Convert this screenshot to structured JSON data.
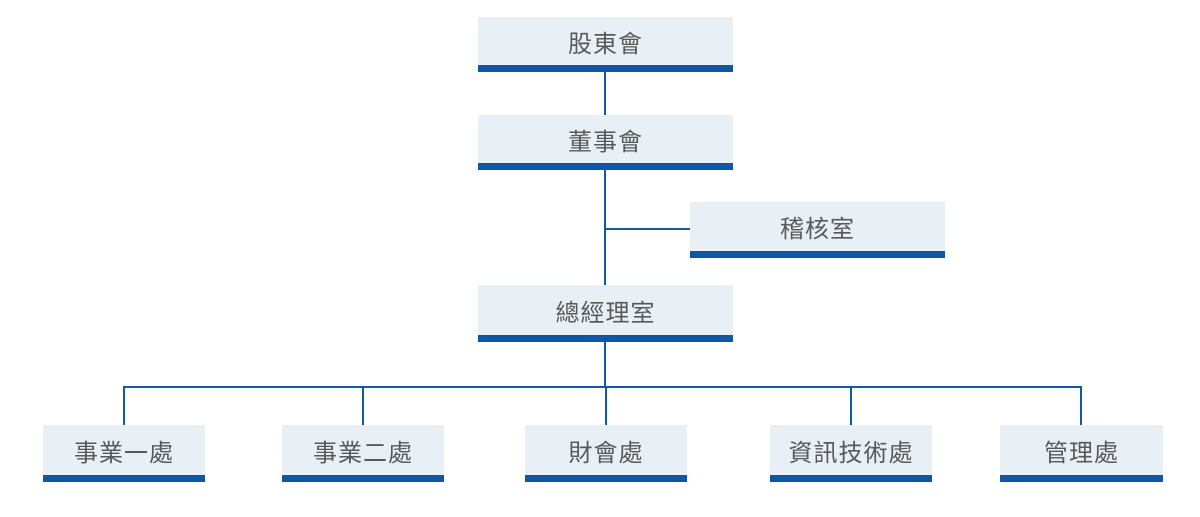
{
  "diagram": {
    "type": "org-chart",
    "nodes": {
      "shareholders_meeting": "股東會",
      "board_of_directors": "董事會",
      "audit_office": "稽核室",
      "general_manager_office": "總經理室",
      "business_division_1": "事業一處",
      "business_division_2": "事業二處",
      "finance_accounting_division": "財會處",
      "information_technology_division": "資訊技術處",
      "administration_division": "管理處"
    },
    "edges": [
      {
        "from": "shareholders_meeting",
        "to": "board_of_directors"
      },
      {
        "from": "board_of_directors",
        "to": "audit_office"
      },
      {
        "from": "board_of_directors",
        "to": "general_manager_office"
      },
      {
        "from": "general_manager_office",
        "to": "business_division_1"
      },
      {
        "from": "general_manager_office",
        "to": "business_division_2"
      },
      {
        "from": "general_manager_office",
        "to": "finance_accounting_division"
      },
      {
        "from": "general_manager_office",
        "to": "information_technology_division"
      },
      {
        "from": "general_manager_office",
        "to": "administration_division"
      }
    ],
    "colors": {
      "node_fill": "#e8eff5",
      "node_accent_bar": "#0f57a6",
      "connector": "#1058a8",
      "text": "#595959",
      "background": "#ffffff"
    }
  }
}
